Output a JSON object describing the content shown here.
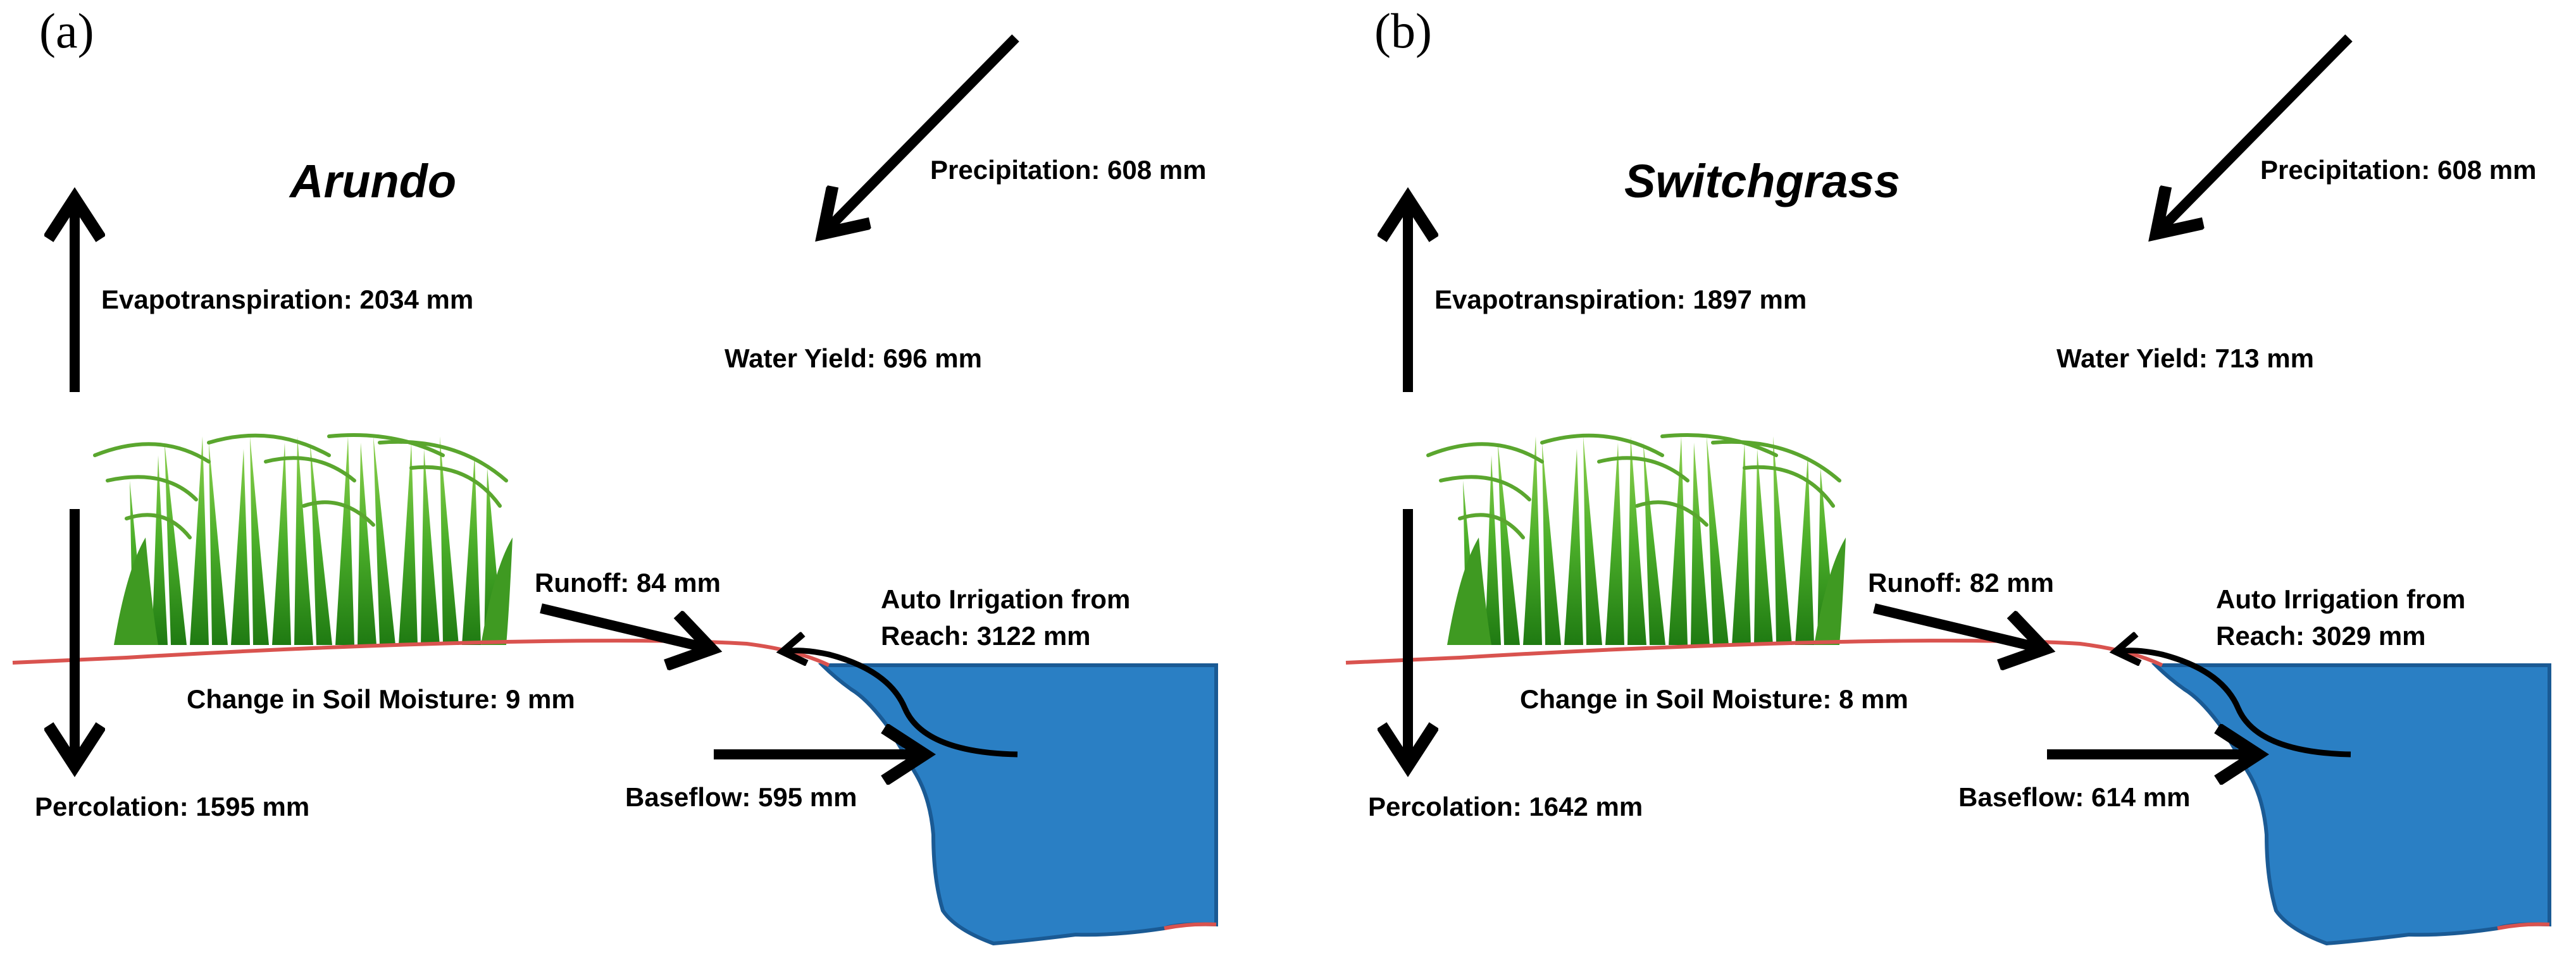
{
  "panels": [
    {
      "letter": "(a)",
      "crop": "Arundo",
      "precipitation": "Precipitation: 608 mm",
      "evapotranspiration": "Evapotranspiration: 2034 mm",
      "water_yield": "Water Yield: 696 mm",
      "runoff": "Runoff: 84 mm",
      "auto_irrigation_line1": "Auto Irrigation from",
      "auto_irrigation_line2": "Reach: 3122 mm",
      "soil_moisture": "Change in Soil Moisture: 9 mm",
      "baseflow": "Baseflow: 595 mm",
      "percolation": "Percolation: 1595 mm"
    },
    {
      "letter": "(b)",
      "crop": "Switchgrass",
      "precipitation": "Precipitation: 608 mm",
      "evapotranspiration": "Evapotranspiration: 1897 mm",
      "water_yield": "Water Yield: 713 mm",
      "runoff": "Runoff: 82 mm",
      "auto_irrigation_line1": "Auto Irrigation from",
      "auto_irrigation_line2": "Reach: 3029 mm",
      "soil_moisture": "Change in Soil Moisture: 8 mm",
      "baseflow": "Baseflow: 614 mm",
      "percolation": "Percolation: 1642 mm"
    }
  ],
  "colors": {
    "water": "#2a7fc4",
    "water_edge": "#1a5a94",
    "ground_line": "#d9534f",
    "grass_dark": "#2e8b1e",
    "grass_light": "#7cc242",
    "arrow": "#000000"
  },
  "icons": {
    "vegetation": "grass-clump-icon",
    "water_body": "stream-reach-icon"
  }
}
